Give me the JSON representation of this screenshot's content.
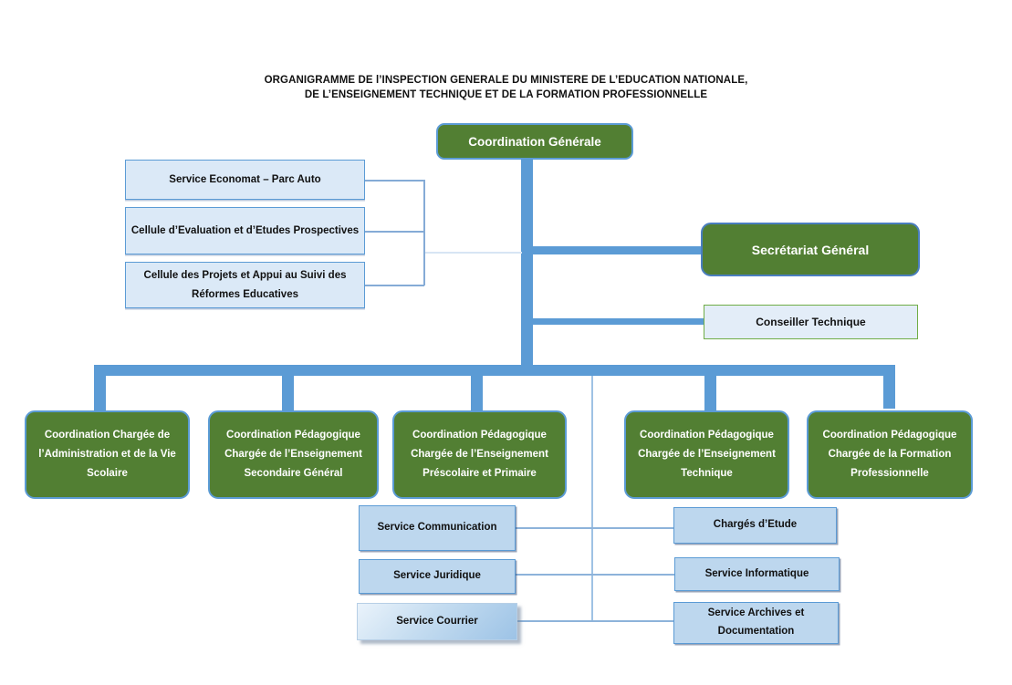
{
  "title": {
    "line1": "ORGANIGRAMME DE l’INSPECTION GENERALE DU MINISTERE DE L’EDUCATION NATIONALE,",
    "line2": "DE L’ENSEIGNEMENT TECHNIQUE ET DE LA FORMATION PROFESSIONNELLE"
  },
  "org": {
    "root": "Coordination Générale",
    "secretariat": "Secrétariat Général",
    "conseiller": "Conseiller Technique",
    "left_units": [
      "Service Economat – Parc Auto",
      "Cellule d’Evaluation et d’Etudes Prospectives",
      "Cellule des Projets et Appui au Suivi des Réformes Educatives"
    ],
    "coordinations": [
      "Coordination Chargée de l’Administration et de la Vie Scolaire",
      "Coordination Pédagogique Chargée de l’Enseignement Secondaire Général",
      "Coordination Pédagogique Chargée de l’Enseignement Préscolaire et Primaire",
      "Coordination Pédagogique Chargée de l’Enseignement Technique",
      "Coordination Pédagogique Chargée de la Formation Professionnelle"
    ],
    "central_services": [
      "Service Communication",
      "Service Juridique",
      "Service Courrier"
    ],
    "support_services": [
      "Chargés d’Etude",
      "Service Informatique",
      "Service Archives et Documentation"
    ]
  },
  "colors": {
    "green_fill": "#527f33",
    "connector_blue": "#5b9bd5",
    "light_blue_fill": "#dbe9f7",
    "medium_blue_fill": "#bdd7ee",
    "conseiller_border_green": "#70ad47"
  }
}
